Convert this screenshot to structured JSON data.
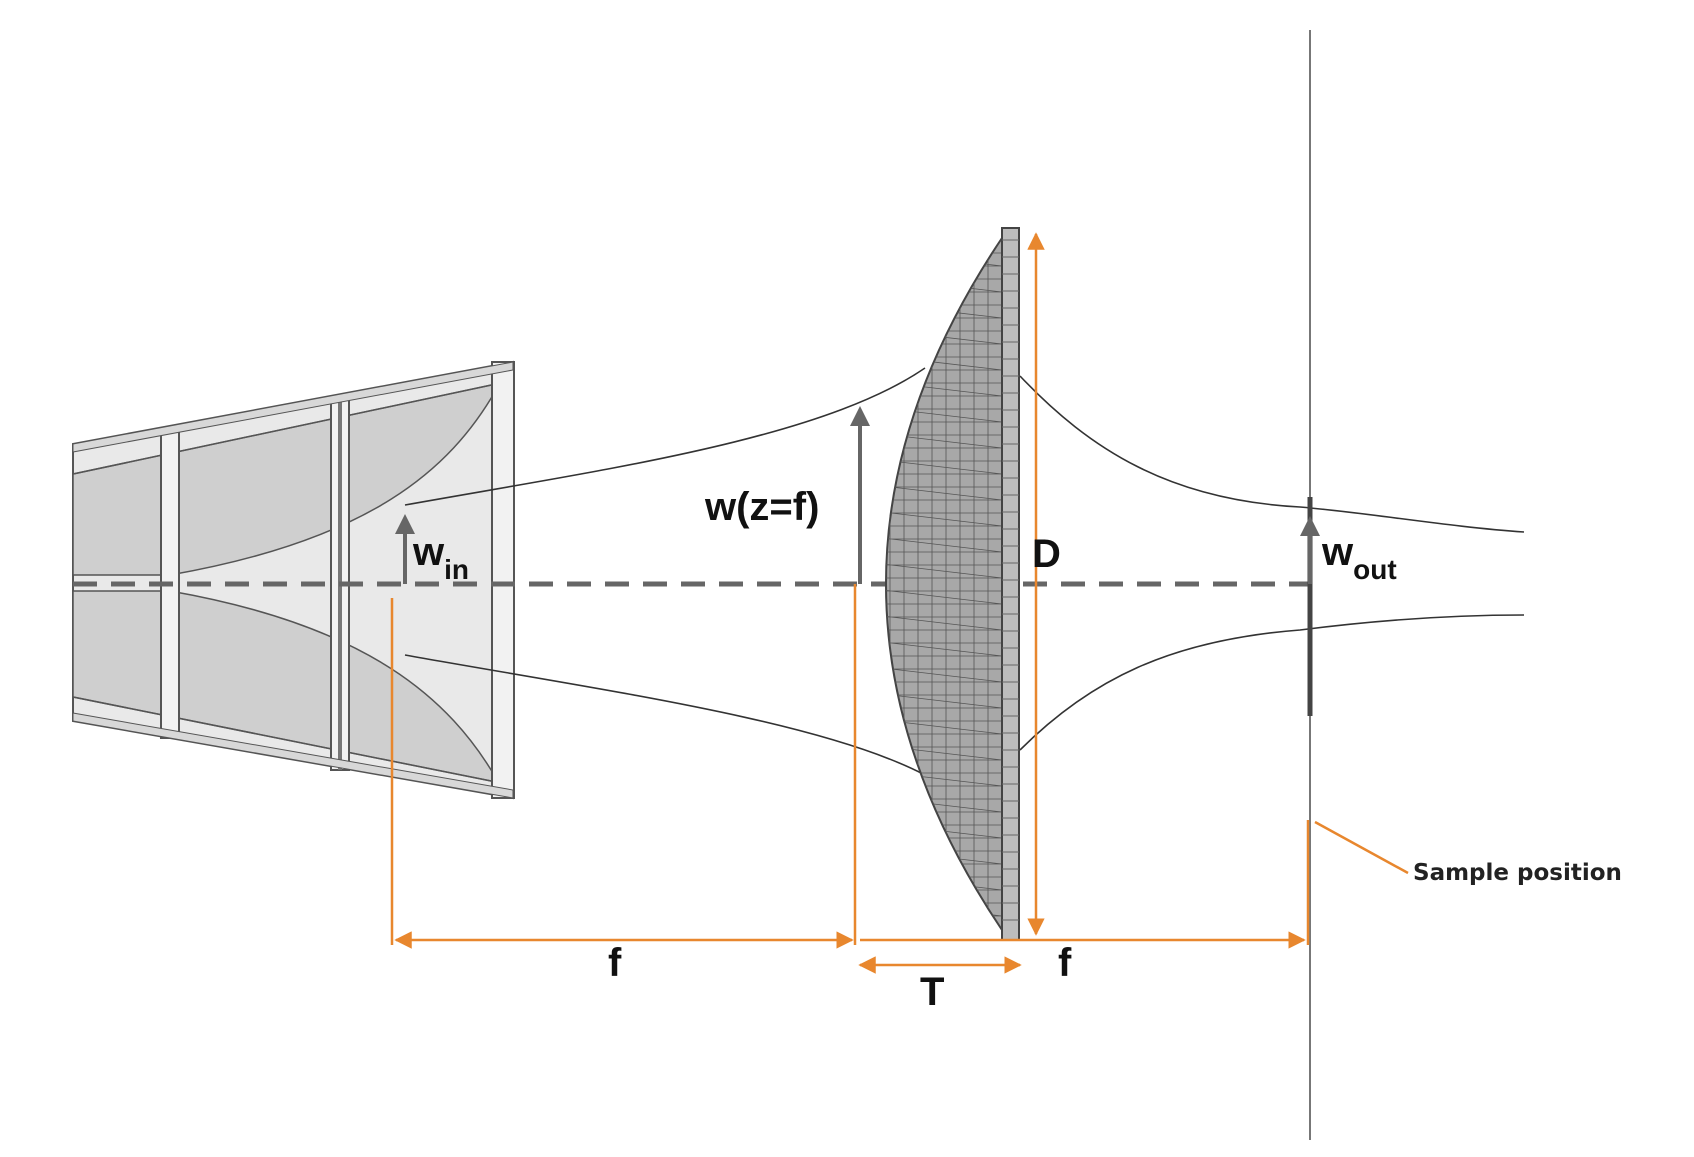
{
  "labels": {
    "w_in_main": "w",
    "w_in_sub": "in",
    "w_out_main": "w",
    "w_out_sub": "out",
    "w_zf": "w(z=f)",
    "D": "D",
    "T": "T",
    "f_left": "f",
    "f_right": "f",
    "sample_position": "Sample position"
  },
  "colors": {
    "dimension": "#e8872e",
    "outline": "#555555",
    "fill_gray": "#cfcfcf",
    "axis": "#666666",
    "beam": "#333333"
  }
}
